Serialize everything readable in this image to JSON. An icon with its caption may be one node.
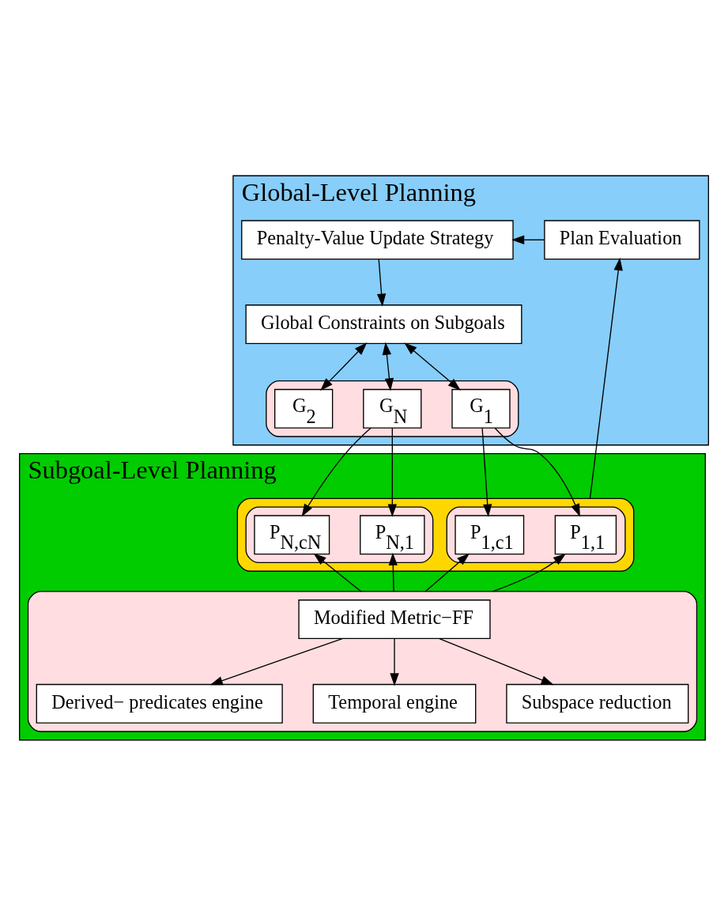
{
  "diagram": {
    "nodes": [
      {
        "text": [
          "Global-Level Planning"
        ]
      },
      {
        "text": [
          "Plan Evaluation"
        ],
        "in": 0
      },
      {
        "text": [
          "Penalty-Value Update Strategy"
        ],
        "in": 0
      },
      {
        "text": [
          "Global Constraints on Subgoals"
        ],
        "in": 0
      },
      {
        "text": [],
        "shape": "box",
        "in": 0
      },
      {
        "text": [
          "G$_{1}$"
        ],
        "in": 4
      },
      {
        "text": [
          "G$_{2}$"
        ],
        "in": 4
      },
      {
        "text": [
          "G$_{N}$"
        ],
        "in": 4
      },
      {
        "text": [
          "Subgoal-Level Planning"
        ]
      },
      {
        "text": [],
        "shape": "box",
        "in": 8
      },
      {
        "text": [],
        "shape": "box",
        "in": 9
      },
      {
        "text": [
          "P$_{1,1}$"
        ],
        "in": 10
      },
      {
        "text": [
          "P$_{1,c1}$"
        ],
        "in": 10
      },
      {
        "text": [],
        "shape": "box",
        "in": 9
      },
      {
        "text": [
          "P$_{N,1}$"
        ],
        "in": 13
      },
      {
        "text": [
          "P$_{N,cN}$"
        ],
        "in": 13
      },
      {
        "text": [],
        "shape": "box",
        "in": 8
      },
      {
        "text": [
          "Modified Metric−FF"
        ],
        "in": 16
      },
      {
        "text": [
          "Derived− predicates engine"
        ],
        "in": 16
      },
      {
        "text": [
          "Temporal engine"
        ],
        "in": 16
      },
      {
        "text": [
          "Subspace reduction"
        ],
        "in": 16
      }
    ],
    "edges": [
      {
        "from": 1,
        "to": 2,
        "arrow": "to"
      },
      {
        "from": 2,
        "to": 3,
        "arrow": "to"
      },
      {
        "from": 3,
        "to": 5,
        "arrow": "both"
      },
      {
        "from": 3,
        "to": 6,
        "arrow": "both"
      },
      {
        "from": 3,
        "to": 7,
        "arrow": "both"
      },
      {
        "from": 5,
        "to": 11,
        "arrow": "to"
      },
      {
        "from": 5,
        "to": 12,
        "arrow": "to"
      },
      {
        "from": 7,
        "to": 14,
        "arrow": "to"
      },
      {
        "from": 7,
        "to": 15,
        "arrow": "to"
      },
      {
        "from": 16,
        "to": 11,
        "arrow": "to"
      },
      {
        "from": 16,
        "to": 12,
        "arrow": "to"
      },
      {
        "from": 16,
        "to": 14,
        "arrow": "to"
      },
      {
        "from": 16,
        "to": 15,
        "arrow": "to"
      },
      {
        "from": 9,
        "to": 1,
        "arrow": "to"
      },
      {
        "from": 17,
        "to": 18,
        "arrow": "to"
      },
      {
        "from": 17,
        "to": 19,
        "arrow": "to"
      },
      {
        "from": 17,
        "to": 20,
        "arrow": "to"
      }
    ]
  }
}
